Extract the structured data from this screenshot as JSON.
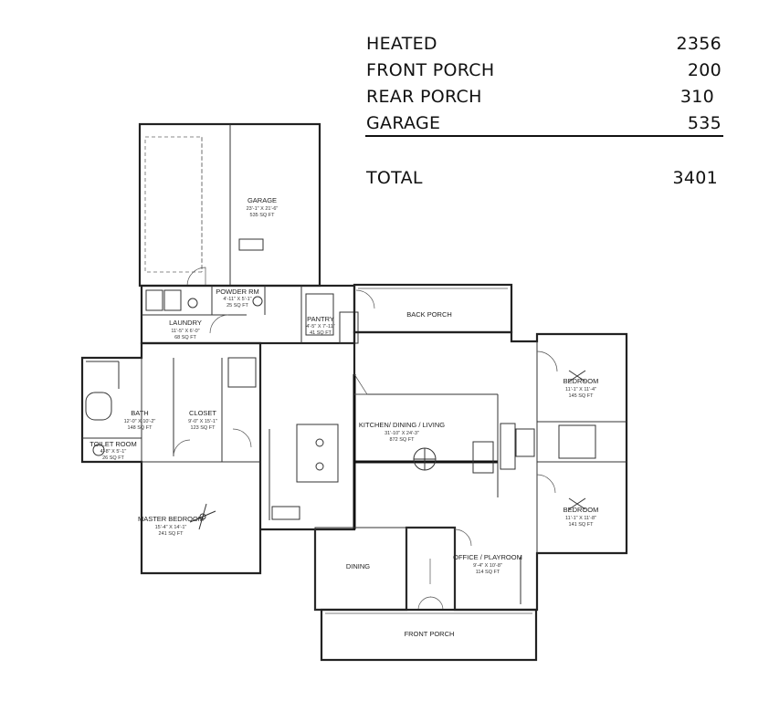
{
  "summary": {
    "rows": [
      {
        "label": "HEATED",
        "value": "2356"
      },
      {
        "label": "FRONT PORCH",
        "value": "200"
      },
      {
        "label": "REAR PORCH",
        "value": "310"
      },
      {
        "label": "GARAGE",
        "value": "535"
      }
    ],
    "total_label": "TOTAL",
    "total_value": "3401"
  },
  "rooms": {
    "garage": {
      "name": "GARAGE",
      "dims": "23'-1\" X 21'-6\"",
      "area": "535 SQ FT"
    },
    "powder": {
      "name": "POWDER RM",
      "dims": "4'-11\" X 5'-1\"",
      "area": "25 SQ FT"
    },
    "laundry": {
      "name": "LAUNDRY",
      "dims": "11'-5\" X 6'-0\"",
      "area": "68 SQ FT"
    },
    "pantry": {
      "name": "PANTRY",
      "dims": "4'-5\" X 7'-11\"",
      "area": "41 SQ FT"
    },
    "back_porch": {
      "name": "BACK PORCH"
    },
    "bath": {
      "name": "BATH",
      "dims": "12'-0\" X 10'-2\"",
      "area": "148 SQ FT"
    },
    "closet": {
      "name": "CLOSET",
      "dims": "9'-0\" X 15'-1\"",
      "area": "123 SQ FT"
    },
    "toilet": {
      "name": "TOILET ROOM",
      "dims": "4'-8\" X 5'-1\"",
      "area": "26 SQ FT"
    },
    "kitchen": {
      "name": "KITCHEN/ DINING / LIVING",
      "dims": "31'-10\" X 24'-3\"",
      "area": "872 SQ FT"
    },
    "bedroom1": {
      "name": "BEDROOM",
      "dims": "11'-1\" X 11'-4\"",
      "area": "145 SQ FT"
    },
    "bedroom2": {
      "name": "BEDROOM",
      "dims": "11'-1\" X 11'-8\"",
      "area": "141 SQ FT"
    },
    "master": {
      "name": "MASTER BEDROOM",
      "dims": "15'-4\" X 14'-1\"",
      "area": "241 SQ FT"
    },
    "dining": {
      "name": "DINING"
    },
    "office": {
      "name": "OFFICE / PLAYROOM",
      "dims": "9'-4\" X 10'-8\"",
      "area": "114 SQ FT"
    },
    "front_porch": {
      "name": "FRONT PORCH"
    }
  }
}
